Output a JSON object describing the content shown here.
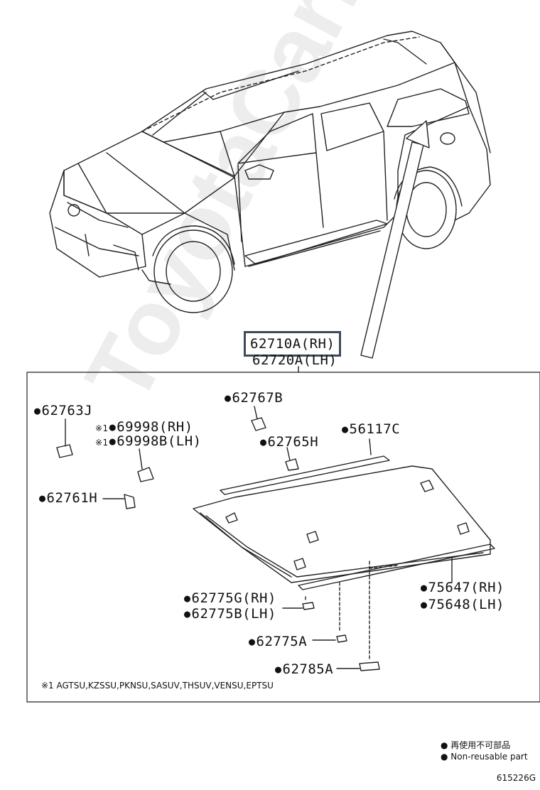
{
  "main_part": {
    "primary": "62710A(RH)",
    "secondary": "62720A(LH)"
  },
  "parts": [
    {
      "code": "62763J"
    },
    {
      "code": "69998(RH)",
      "note": "※1"
    },
    {
      "code": "69998B(LH)",
      "note": "※1"
    },
    {
      "code": "62767B"
    },
    {
      "code": "62765H"
    },
    {
      "code": "56117C"
    },
    {
      "code": "62761H"
    },
    {
      "code": "62775G(RH)"
    },
    {
      "code": "62775B(LH)"
    },
    {
      "code": "62775A"
    },
    {
      "code": "62785A"
    },
    {
      "code": "75647(RH)"
    },
    {
      "code": "75648(LH)"
    }
  ],
  "footnote": "※1 AGTSU,KZSSU,PKNSU,SASUV,THSUV,VENSU,EPTSU",
  "legend": {
    "jp": "再使用不可部品",
    "en": "Non-reusable part"
  },
  "figure_number": "615226G",
  "watermark": "ToyotaCarMirror.ru",
  "colors": {
    "main_box_border": "#3d4a59",
    "line": "#222222"
  }
}
